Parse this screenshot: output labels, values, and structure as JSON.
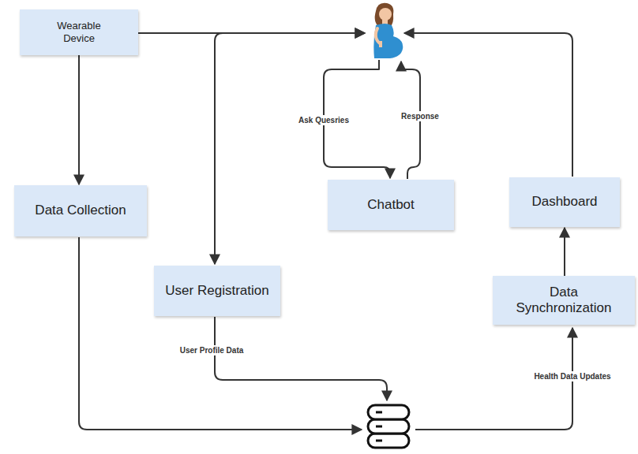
{
  "diagram": {
    "nodes": [
      {
        "text": [
          "Wearable Device"
        ]
      },
      {
        "text": [
          "Data Collection"
        ]
      },
      {
        "text": [
          "Chatbot"
        ]
      },
      {
        "text": [
          "Dashboard"
        ]
      },
      {
        "text": [
          "User Registration"
        ]
      },
      {
        "text": [
          "Data Synchronization"
        ]
      }
    ],
    "edges": [
      {
        "from": 0,
        "to": 1,
        "arrow": "to"
      },
      {
        "from": 5,
        "to": 3,
        "arrow": "to"
      }
    ],
    "labels": [
      "Ask Quesries",
      "Response",
      "User Profile Data",
      "Health Data Updates"
    ]
  }
}
